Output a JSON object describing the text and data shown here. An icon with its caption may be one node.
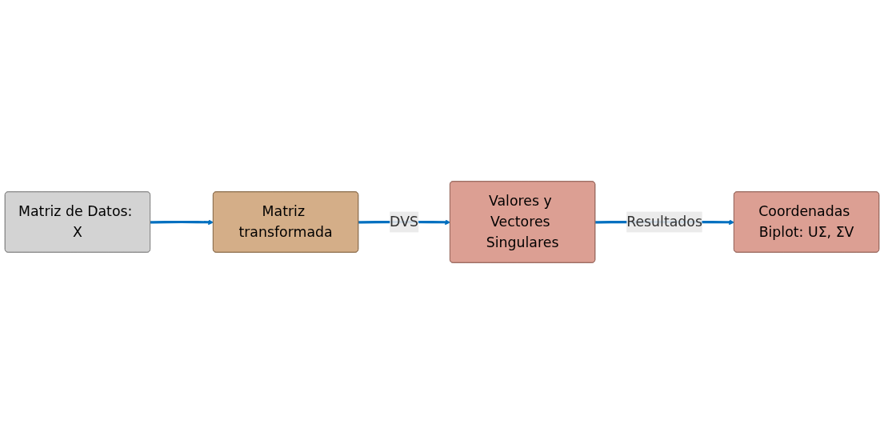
{
  "diagram": {
    "nodes": [
      {
        "text": [
          "Matriz de Datos: X"
        ]
      },
      {
        "text": [
          "Matriz transformada"
        ]
      },
      {
        "text": [
          "Valores y Vectores Singulares"
        ]
      },
      {
        "text": [
          "Coordenadas Biplot: UΣ, ΣV"
        ]
      }
    ],
    "edges": [
      {
        "from": 0,
        "to": 1,
        "arrow": "to"
      },
      {
        "from": 1,
        "to": 2,
        "arrow": "to",
        "label": "DVS"
      },
      {
        "from": 2,
        "to": 3,
        "arrow": "to",
        "label": "Resultados"
      }
    ]
  }
}
